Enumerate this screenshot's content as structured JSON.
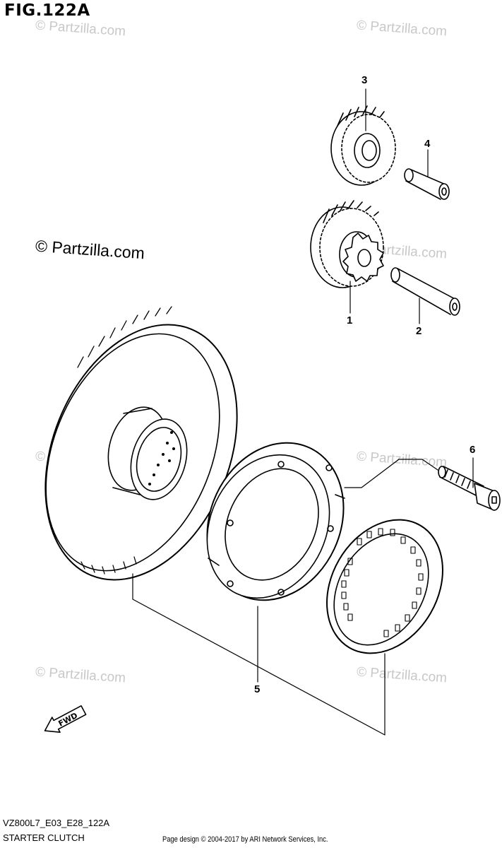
{
  "figure": {
    "title": "FIG.122A",
    "code": "VZ800L7_E03_E28_122A",
    "name": "STARTER CLUTCH"
  },
  "watermarks": {
    "text": "© Partzilla.com",
    "strong_text": "© Partzilla.com"
  },
  "callouts": {
    "c1": "1",
    "c2": "2",
    "c3": "3",
    "c4": "4",
    "c5": "5",
    "c6": "6",
    "fwd": "FWD"
  },
  "footer": {
    "copyright": "Page design © 2004-2017 by ARI Network Services, Inc."
  }
}
